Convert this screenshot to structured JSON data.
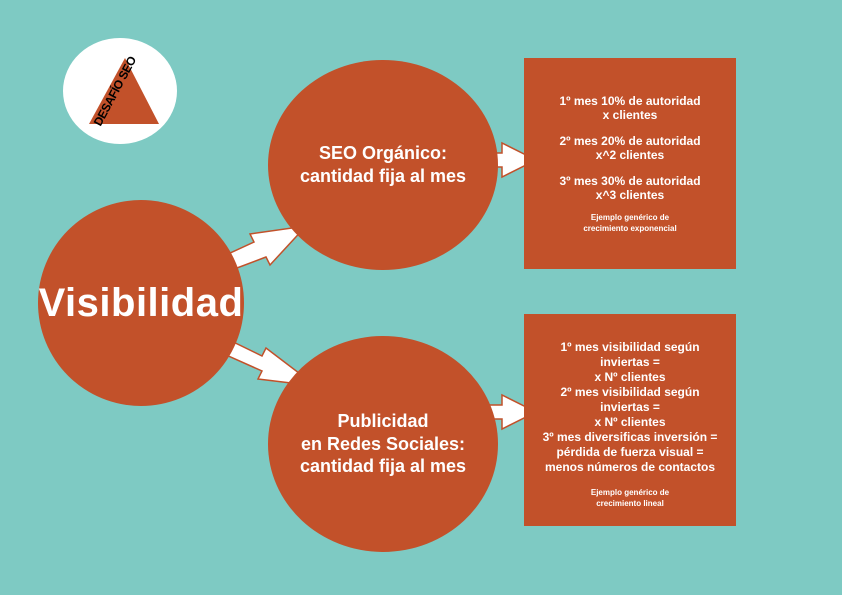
{
  "logo": {
    "text": "DESAFÍO SEO"
  },
  "nodes": {
    "visibilidad": "Visibilidad",
    "seo_line1": "SEO Orgánico:",
    "seo_line2": "cantidad fija al mes",
    "pub_line1": "Publicidad",
    "pub_line2": "en Redes Sociales:",
    "pub_line3": "cantidad fija al mes"
  },
  "seo_box": {
    "m1_a": "1º  mes 10% de autoridad",
    "m1_b": "x clientes",
    "m2_a": "2º mes 20% de autoridad",
    "m2_b": "x^2 clientes",
    "m3_a": "3º mes 30% de autoridad",
    "m3_b": "x^3 clientes",
    "note_a": "Ejemplo genérico de",
    "note_b": "crecimiento exponencial"
  },
  "pub_box": {
    "l1": "1º  mes visibilidad según",
    "l2": "inviertas =",
    "l3": "x Nº clientes",
    "l4": "2º mes visibilidad según",
    "l5": "inviertas =",
    "l6": "x Nº clientes",
    "l7": "3º mes diversificas inversión =",
    "l8": "pérdida de fuerza visual =",
    "l9": "menos números de contactos",
    "note_a": "Ejemplo genérico de",
    "note_b": "crecimiento lineal"
  },
  "colors": {
    "background": "#7ecac3",
    "shape": "#c2512a",
    "text": "#ffffff"
  }
}
